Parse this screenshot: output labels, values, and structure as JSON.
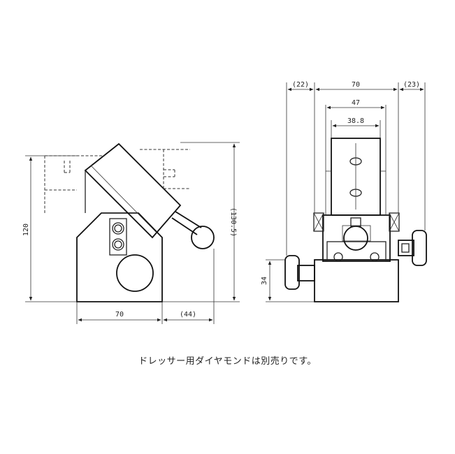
{
  "dimensions": {
    "left_width": "70",
    "left_extra": "(44)",
    "left_height": "120",
    "left_overall_height": "(130.5)",
    "right_left_extra": "(22)",
    "right_width": "70",
    "right_right_extra": "(23)",
    "right_inner_47": "47",
    "right_inner_38_8": "38.8",
    "right_height_34": "34"
  },
  "note": "ドレッサー用ダイヤモンドは別売りです。"
}
